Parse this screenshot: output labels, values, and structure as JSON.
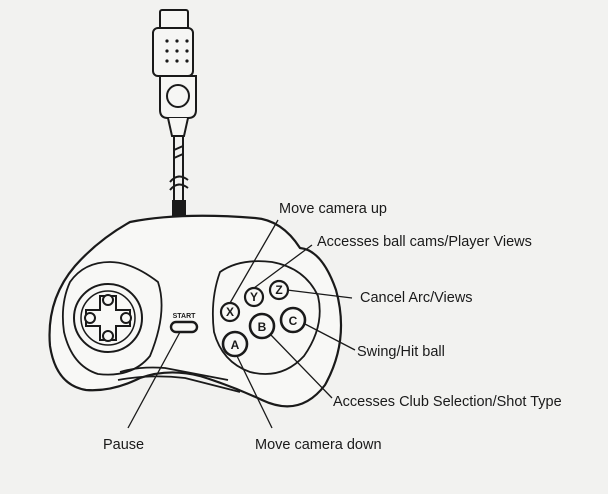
{
  "controller": {
    "start_label": "START",
    "buttons": {
      "x": "X",
      "y": "Y",
      "z": "Z",
      "a": "A",
      "b": "B",
      "c": "C"
    }
  },
  "callouts": {
    "move_camera_up": "Move camera up",
    "ball_cams": "Accesses ball cams/Player Views",
    "cancel_arc": "Cancel Arc/Views",
    "swing": "Swing/Hit ball",
    "club_selection": "Accesses Club Selection/Shot Type",
    "pause": "Pause",
    "move_camera_down": "Move camera down"
  }
}
